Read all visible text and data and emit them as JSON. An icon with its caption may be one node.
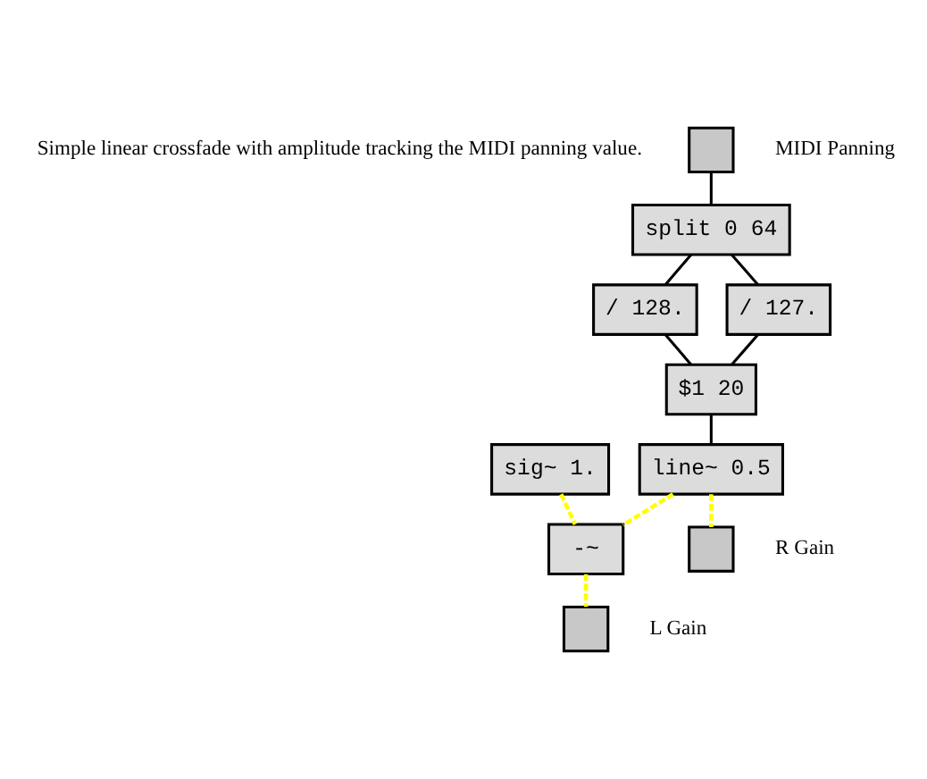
{
  "diagram": {
    "nodes": [
      {
        "text": [],
        "shape": "box",
        "beside": [
          "MIDI Panning"
        ]
      },
      {
        "text": [
          "split 0 64"
        ]
      },
      {
        "text": [
          "/ 128."
        ]
      },
      {
        "text": [
          "/ 127."
        ]
      },
      {
        "text": [
          "$1 20"
        ]
      },
      {
        "text": [
          "sig~ 1."
        ]
      },
      {
        "text": [
          "line~ 0.5"
        ]
      },
      {
        "text": [
          "-~"
        ]
      },
      {
        "text": [],
        "shape": "box",
        "beside": [
          "L Gain"
        ]
      },
      {
        "text": [],
        "shape": "box",
        "beside": [
          "R Gain"
        ]
      }
    ],
    "edges": [
      {
        "from": 0,
        "to": 1,
        "arrow": "none"
      },
      {
        "from": 1,
        "to": 2,
        "arrow": "none"
      },
      {
        "from": 1,
        "to": 3,
        "arrow": "none"
      },
      {
        "from": 2,
        "to": 4,
        "arrow": "none"
      },
      {
        "from": 3,
        "to": 4,
        "arrow": "none"
      },
      {
        "from": 4,
        "to": 6,
        "arrow": "none"
      },
      {
        "from": 5,
        "to": 7,
        "arrow": "none",
        "style": "dashed",
        "color": "#ffff00"
      },
      {
        "from": 6,
        "to": 7,
        "arrow": "none",
        "style": "dashed",
        "color": "#ffff00"
      },
      {
        "from": 6,
        "to": 9,
        "arrow": "none",
        "style": "dashed",
        "color": "#ffff00"
      },
      {
        "from": 7,
        "to": 8,
        "arrow": "none",
        "style": "dashed",
        "color": "#ffff00"
      }
    ],
    "labels": [
      "Simple linear crossfade with amplitude tracking the MIDI panning value."
    ]
  }
}
